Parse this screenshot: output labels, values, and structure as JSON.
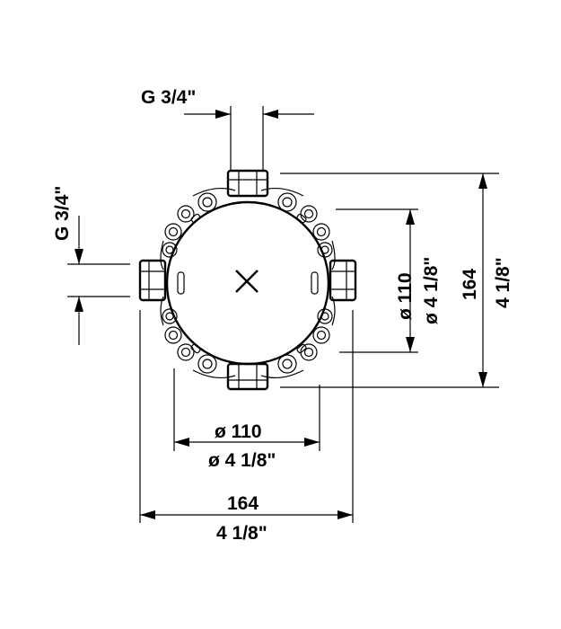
{
  "drawing": {
    "thread_top": "G 3/4\"",
    "thread_left": "G 3/4\"",
    "inner_diameter_mm": "ø 110",
    "inner_diameter_in": "ø 4 1/8\"",
    "outer_size_mm": "164",
    "outer_size_in": "4 1/8\"",
    "center_mark": "×"
  }
}
